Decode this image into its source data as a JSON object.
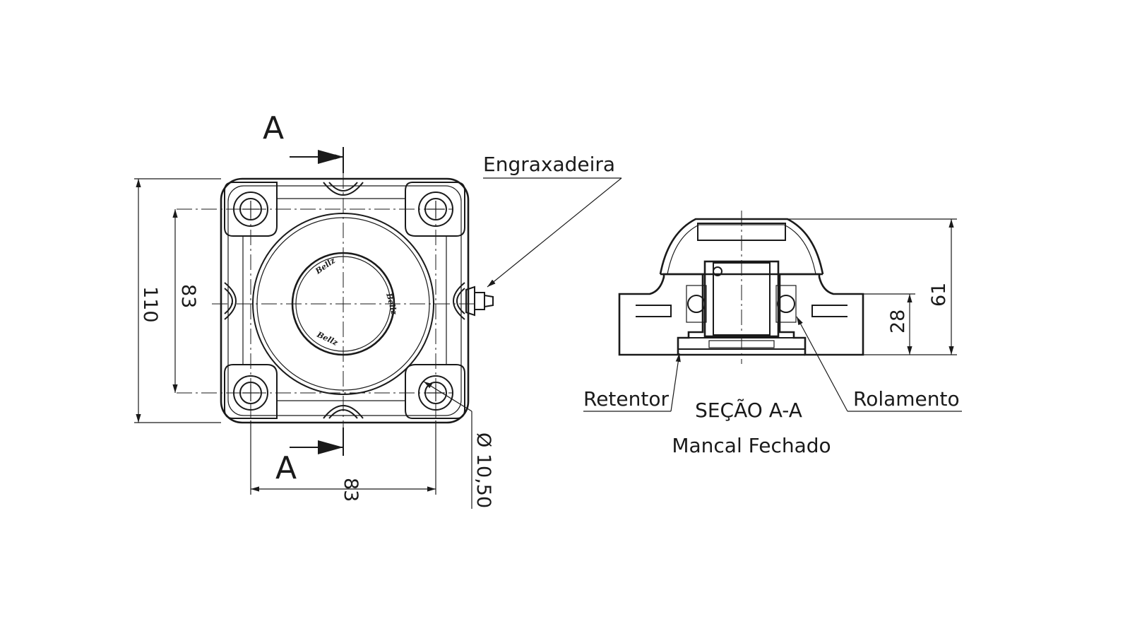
{
  "section_marks": {
    "top": "A",
    "bottom": "A"
  },
  "dimensions": {
    "height_overall": "110",
    "height_holes": "83",
    "width_holes": "83",
    "hole_diameter": "Ø 10,50",
    "section_height": "61",
    "section_base_height": "28"
  },
  "labels": {
    "grease_fitting": "Engraxadeira",
    "seal": "Retentor",
    "bearing": "Rolamento",
    "section_title": "SEÇÃO A-A",
    "part_name": "Mancal Fechado"
  },
  "brand_marks": [
    "Bellz",
    "Bellz",
    "Bellz"
  ]
}
